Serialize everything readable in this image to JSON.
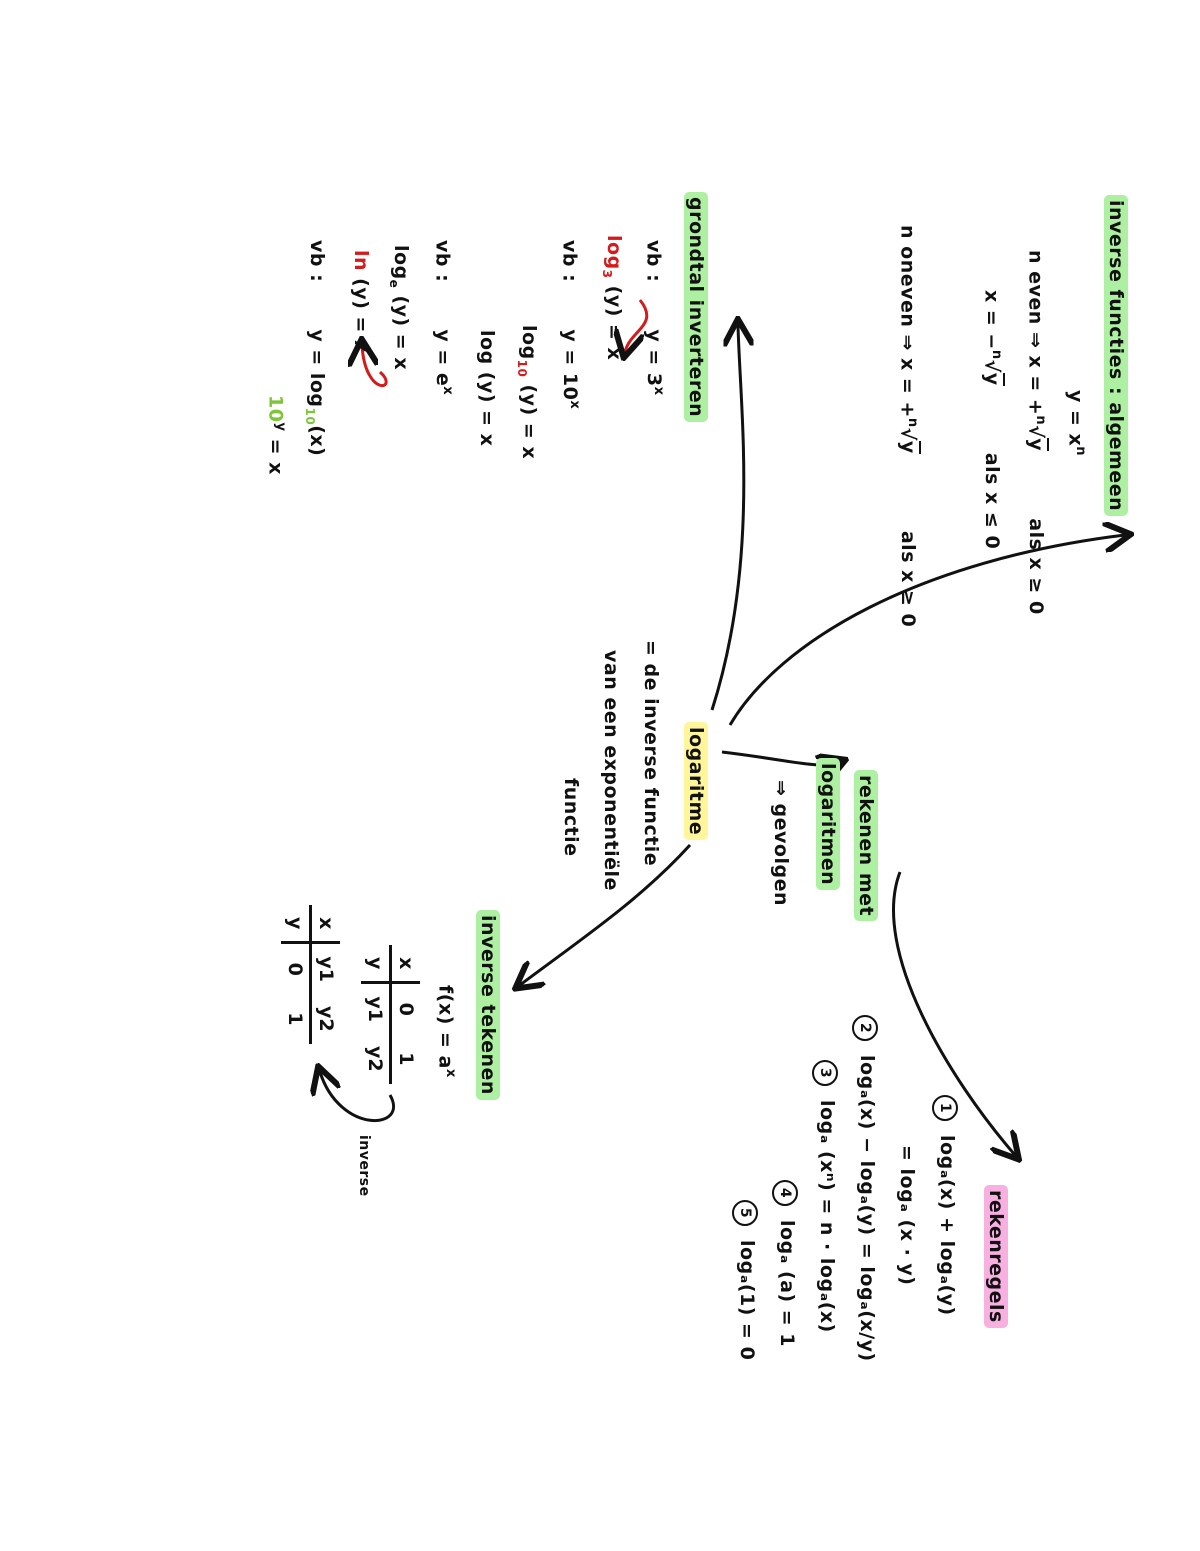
{
  "center": {
    "title": "logaritme",
    "def_line1": "= de inverse functie",
    "def_line2": "van een exponentiële",
    "def_line3": "functie"
  },
  "inverse_functies": {
    "title": "inverse functies : algemeen",
    "eq": "y = x",
    "eq_exp": "n",
    "even_prefix": "n even ⇒ x = +",
    "even_root_idx": "n",
    "even_root_body": "y",
    "even_cond": "als  x ≥ 0",
    "even2_prefix": "x = −",
    "even2_root_idx": "n",
    "even2_root_body": "y",
    "even2_cond": "als  x ≤ 0",
    "oneven_prefix": "n  oneven ⇒ x = +",
    "oneven_root_idx": "n",
    "oneven_root_body": "y",
    "oneven_cond": "als   x ≥ 0"
  },
  "grondtal": {
    "title": "grondtal inverteren",
    "vb1_label": "vb :",
    "vb1_eq": "y = 3",
    "vb1_exp": "x",
    "vb1_log": "log",
    "vb1_base": "3",
    "vb1_rest": "(y) = x",
    "vb2_label": "vb :",
    "vb2_eq": "y = 10",
    "vb2_exp": "x",
    "vb2_log": "log",
    "vb2_base": "10",
    "vb2_rest": "(y) = x",
    "vb2_b": "log (y) = x",
    "vb3_label": "vb :",
    "vb3_eq": "y = e",
    "vb3_exp": "x",
    "vb3_log": "log",
    "vb3_base": "e",
    "vb3_rest": "(y) = x",
    "vb3_ln": "ln",
    "vb3_ln_rest": "(y) = x",
    "vb4_label": "vb :",
    "vb4_eq": "y = log",
    "vb4_base": "10",
    "vb4_rest": "(x)",
    "vb4_pow_base": "10",
    "vb4_pow_exp": "y",
    "vb4_pow_rest": "= x"
  },
  "rekenen": {
    "title1": "rekenen met",
    "title2": "logaritmen",
    "note": "⇒ gevolgen"
  },
  "rekenregels": {
    "title": "rekenregels",
    "rules": [
      {
        "n": "1",
        "text": "logₐ(x) + logₐ(y)"
      },
      {
        "n": "",
        "text": "= logₐ (x · y)"
      },
      {
        "n": "2",
        "text": "logₐ(x) − logₐ(y) = logₐ(x/y)"
      },
      {
        "n": "3",
        "text": "logₐ (xⁿ) = n · logₐ(x)"
      },
      {
        "n": "4",
        "text": "logₐ (a) = 1"
      },
      {
        "n": "5",
        "text": "logₐ(1) = 0"
      }
    ]
  },
  "inverse_tekenen": {
    "title": "inverse tekenen",
    "func": "f(x) = a",
    "func_exp": "x",
    "table1": {
      "r1": [
        "x",
        "0",
        "1"
      ],
      "r2": [
        "y",
        "y1",
        "y2"
      ]
    },
    "table2": {
      "r1": [
        "x",
        "y1",
        "y2"
      ],
      "r2": [
        "y",
        "0",
        "1"
      ]
    },
    "arrow_label": "inverse"
  },
  "colors": {
    "green_highlight": "#aef0a2",
    "yellow_highlight": "#fff59a",
    "pink_highlight": "#f7b0e0",
    "red_ink": "#d41a1a",
    "light_green_ink": "#7dc63a"
  }
}
